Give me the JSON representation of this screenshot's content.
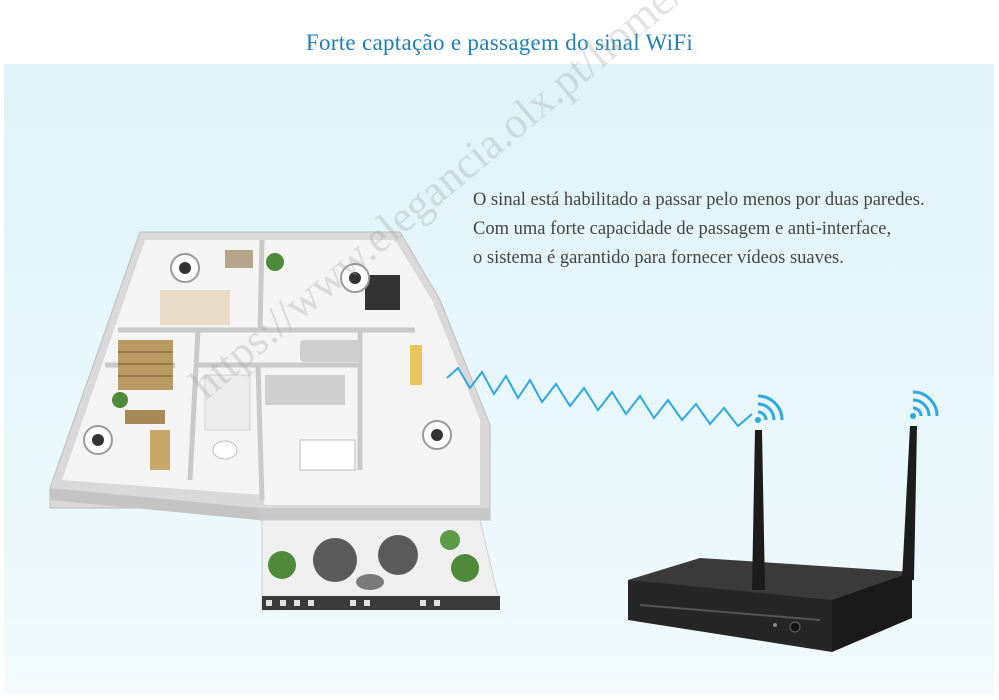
{
  "title": "Forte captação e passagem do sinal WiFi",
  "description": [
    "O sinal está habilitado a passar pelo menos por duas paredes.",
    "Com uma forte capacidade de passagem e anti-interface,",
    "o sistema é garantido para fornecer vídeos suaves."
  ],
  "watermark": "https://www.elegancia.olx.pt/home/",
  "colors": {
    "title": "#1f7fb5",
    "signal_wave": "#2fa8e0",
    "panel": "#e3f5f9",
    "nvr": "#2b2b2b"
  }
}
